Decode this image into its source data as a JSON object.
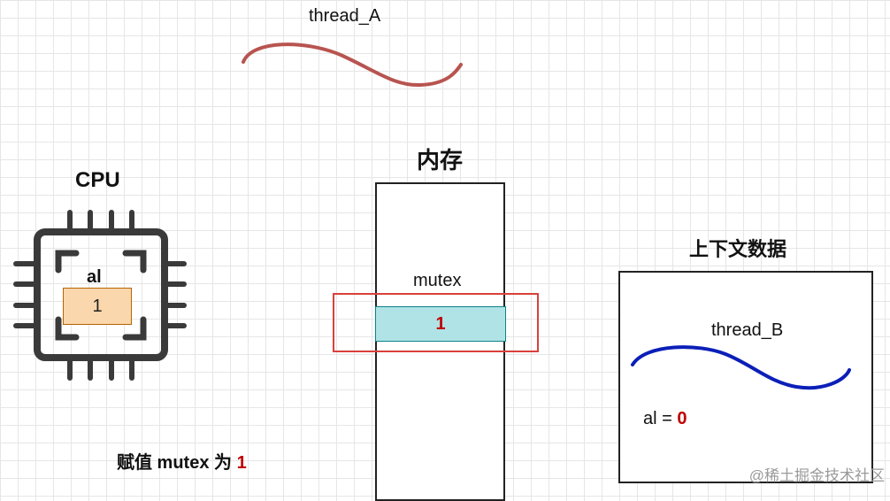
{
  "thread_a": {
    "label": "thread_A"
  },
  "memory": {
    "title": "内存",
    "var_name": "mutex",
    "var_value": "1"
  },
  "cpu": {
    "title": "CPU",
    "register_name": "al",
    "register_value": "1"
  },
  "context": {
    "title": "上下文数据",
    "thread_label": "thread_B",
    "reg_prefix": "al = ",
    "reg_value": "0"
  },
  "caption": {
    "prefix": "赋值 mutex 为 ",
    "value": "1"
  },
  "watermark": "@稀土掘金技术社区",
  "colors": {
    "thread_a_stroke": "#b85450",
    "thread_b_stroke": "#0b1fb8",
    "cpu_stroke": "#3a3a3a",
    "highlight_stroke": "#d9413b",
    "memory_cell_fill": "#b0e3e6",
    "register_fill": "#fad7ac",
    "emphasis_red": "#c00000"
  }
}
